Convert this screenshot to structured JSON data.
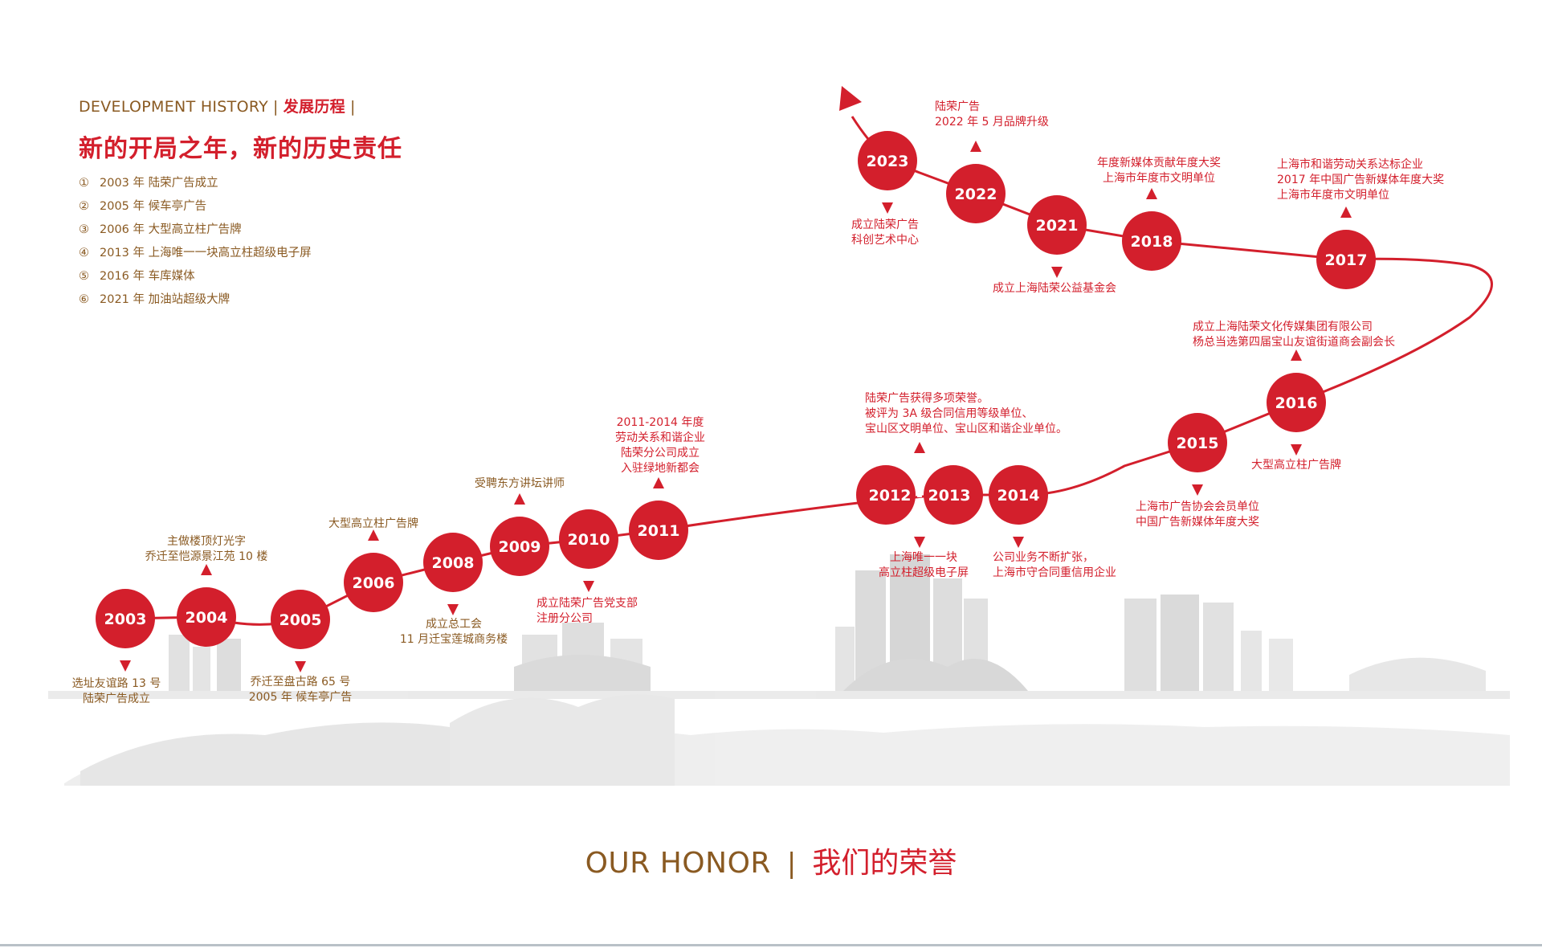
{
  "header": {
    "en": "DEVELOPMENT HISTORY",
    "cn": "发展历程",
    "title": "新的开局之年，新的历史责任"
  },
  "milestones": [
    {
      "num": "①",
      "text": "2003 年 陆荣广告成立"
    },
    {
      "num": "②",
      "text": "2005 年 候车亭广告"
    },
    {
      "num": "③",
      "text": "2006 年 大型高立柱广告牌"
    },
    {
      "num": "④",
      "text": "2013 年 上海唯一一块高立柱超级电子屏"
    },
    {
      "num": "⑤",
      "text": "2016 年 车库媒体"
    },
    {
      "num": "⑥",
      "text": "2021 年 加油站超级大牌"
    }
  ],
  "years": [
    {
      "label": "2003",
      "marker": "down",
      "color": "gold",
      "lines": [
        "选址友谊路 13 号",
        "陆荣广告成立"
      ]
    },
    {
      "label": "2004",
      "marker": "up",
      "color": "gold",
      "lines": [
        "主做楼顶灯光字",
        "乔迁至恺源景江苑 10 楼"
      ]
    },
    {
      "label": "2005",
      "marker": "down",
      "color": "gold",
      "lines": [
        "乔迁至盘古路 65 号",
        "2005 年 候车亭广告"
      ]
    },
    {
      "label": "2006",
      "marker": "up",
      "color": "gold",
      "lines": [
        "大型高立柱广告牌"
      ]
    },
    {
      "label": "2008",
      "marker": "down",
      "color": "gold",
      "lines": [
        "成立总工会",
        "11 月迁宝莲城商务楼"
      ]
    },
    {
      "label": "2009",
      "marker": "up",
      "color": "gold",
      "lines": [
        "受聘东方讲坛讲师"
      ]
    },
    {
      "label": "2010",
      "marker": "down",
      "color": "red",
      "lines": [
        "成立陆荣广告党支部",
        "注册分公司"
      ]
    },
    {
      "label": "2011",
      "marker": "up",
      "color": "red",
      "lines": [
        "2011-2014 年度",
        "劳动关系和谐企业",
        "陆荣分公司成立",
        "入驻绿地新都会"
      ]
    },
    {
      "label": "2012 - 2013",
      "marker": "both",
      "color": "red",
      "lines": [
        "陆荣广告获得多项荣誉。",
        "被评为 3A 级合同信用等级单位、",
        "宝山区文明单位、宝山区和谐企业单位。"
      ],
      "lines2": [
        "上海唯一一块",
        "高立柱超级电子屏"
      ]
    },
    {
      "label": "2014",
      "marker": "down",
      "color": "red",
      "lines": [
        "公司业务不断扩张，",
        "上海市守合同重信用企业"
      ]
    },
    {
      "label": "2015",
      "marker": "down",
      "color": "red",
      "lines": [
        "上海市广告协会会员单位",
        "中国广告新媒体年度大奖"
      ]
    },
    {
      "label": "2016",
      "marker": "both",
      "color": "red",
      "lines": [
        "成立上海陆荣文化传媒集团有限公司",
        "杨总当选第四届宝山友谊街道商会副会长"
      ],
      "lines2": [
        "大型高立柱广告牌"
      ]
    },
    {
      "label": "2017",
      "marker": "up",
      "color": "red",
      "lines": [
        "上海市和谐劳动关系达标企业",
        "2017 年中国广告新媒体年度大奖",
        "上海市年度市文明单位"
      ]
    },
    {
      "label": "2018",
      "marker": "up",
      "color": "red",
      "lines": [
        "年度新媒体贡献年度大奖",
        "上海市年度市文明单位"
      ]
    },
    {
      "label": "2021",
      "marker": "down",
      "color": "red",
      "lines": [
        "成立上海陆荣公益基金会"
      ]
    },
    {
      "label": "2022",
      "marker": "up",
      "color": "red",
      "lines": [
        "陆荣广告",
        "2022 年 5 月品牌升级"
      ]
    },
    {
      "label": "2023",
      "marker": "down",
      "color": "red",
      "lines": [
        "成立陆荣广告",
        "科创艺术中心"
      ]
    }
  ],
  "footer": {
    "en": "OUR HONOR",
    "separator": "|",
    "cn": "我们的荣誉"
  },
  "colors": {
    "accent_red": "#d31f2c",
    "gold": "#8a5a22",
    "skyline_gray": "#d6d6d6"
  }
}
